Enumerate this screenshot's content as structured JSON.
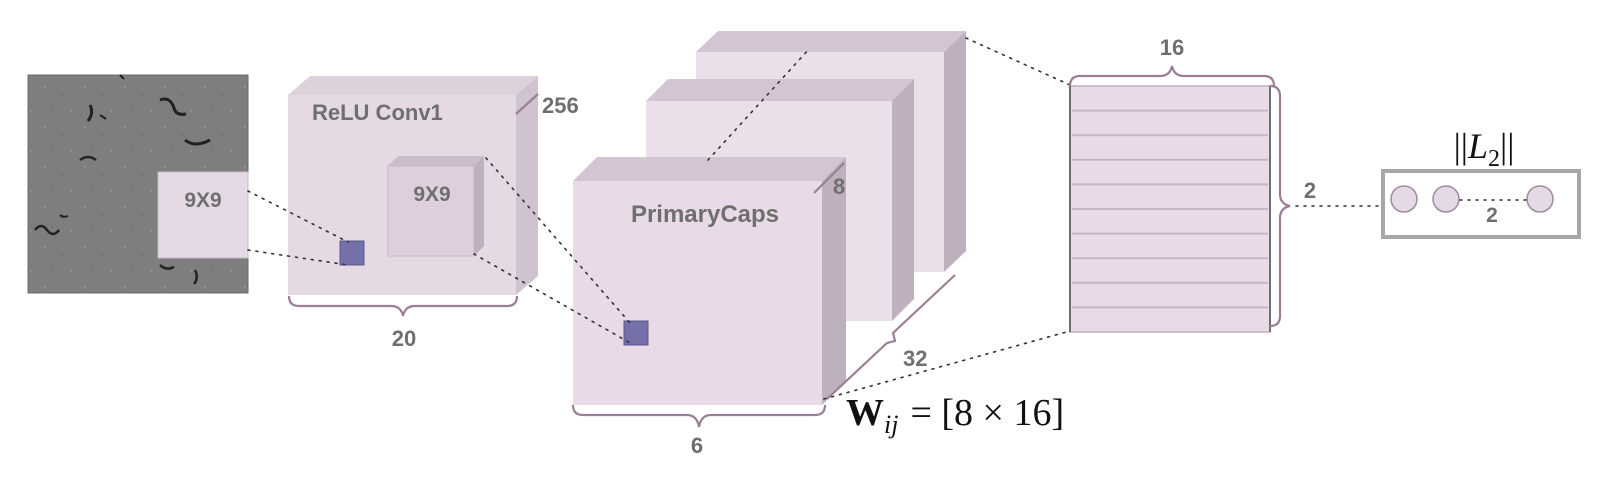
{
  "colors": {
    "block_front": "#e6d9e6",
    "block_top": "#d3c6d2",
    "block_side": "#bfb0be",
    "kernel": "#7470a8",
    "brace": "#9a7f96"
  },
  "input": {
    "kernel_label": "9X9"
  },
  "conv1": {
    "title": "ReLU Conv1",
    "depth_label": "256",
    "width_label": "20",
    "kernel_label": "9X9"
  },
  "primarycaps": {
    "title": "PrimaryCaps",
    "depth_label": "8",
    "width_label": "6",
    "count_label": "32"
  },
  "weights": {
    "symbol": "W",
    "subscript": "ij",
    "equals_text": "= [8 × 16]"
  },
  "digitcaps": {
    "width_label": "16",
    "height_label": "2",
    "row_count": 10
  },
  "output": {
    "norm_prefix": "||",
    "norm_symbol": "L",
    "norm_subscript": "2",
    "norm_suffix": "||",
    "dim_label": "2"
  }
}
